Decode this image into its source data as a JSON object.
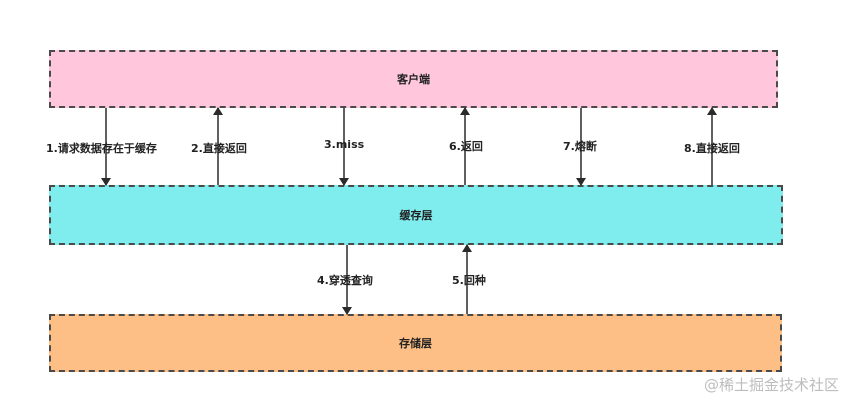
{
  "layers": {
    "client": "客户端",
    "cache": "缓存层",
    "storage": "存储层"
  },
  "steps": [
    {
      "label": "1.请求数据存在于缓存",
      "direction": "down",
      "between": "client-cache"
    },
    {
      "label": "2.直接返回",
      "direction": "up",
      "between": "client-cache"
    },
    {
      "label": "3.miss",
      "direction": "down",
      "between": "client-cache"
    },
    {
      "label": "6.返回",
      "direction": "up",
      "between": "client-cache"
    },
    {
      "label": "7.熔断",
      "direction": "down",
      "between": "client-cache"
    },
    {
      "label": "8.直接返回",
      "direction": "up",
      "between": "client-cache"
    },
    {
      "label": "4.穿透查询",
      "direction": "down",
      "between": "cache-storage"
    },
    {
      "label": "5.回种",
      "direction": "up",
      "between": "cache-storage"
    }
  ],
  "watermark": "@稀土掘金技术社区",
  "colors": {
    "client": "#ffc6dc",
    "cache": "#7fecee",
    "storage": "#fdbf85",
    "arrow": "#2b2b2b"
  }
}
